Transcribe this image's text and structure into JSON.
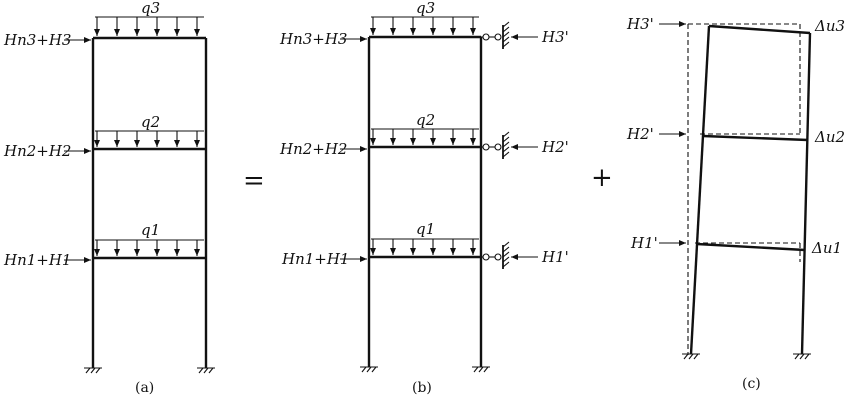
{
  "panel_a": {
    "caption": "(a)",
    "loads": [
      "q3",
      "q2",
      "q1"
    ],
    "forces": [
      "Hn3+H3",
      "Hn2+H2",
      "Hn1+H1"
    ]
  },
  "panel_b": {
    "caption": "(b)",
    "loads": [
      "q3",
      "q2",
      "q1"
    ],
    "forces": [
      "Hn3+H3",
      "Hn2+H2",
      "Hn1+H1"
    ],
    "reactions": [
      "H3'",
      "H2'",
      "H1'"
    ]
  },
  "panel_c": {
    "caption": "(c)",
    "forces": [
      "H3'",
      "H2'",
      "H1'"
    ],
    "displacements": [
      "Δu3",
      "Δu2",
      "Δu1"
    ]
  },
  "operators": {
    "equals": "=",
    "plus": "+"
  }
}
